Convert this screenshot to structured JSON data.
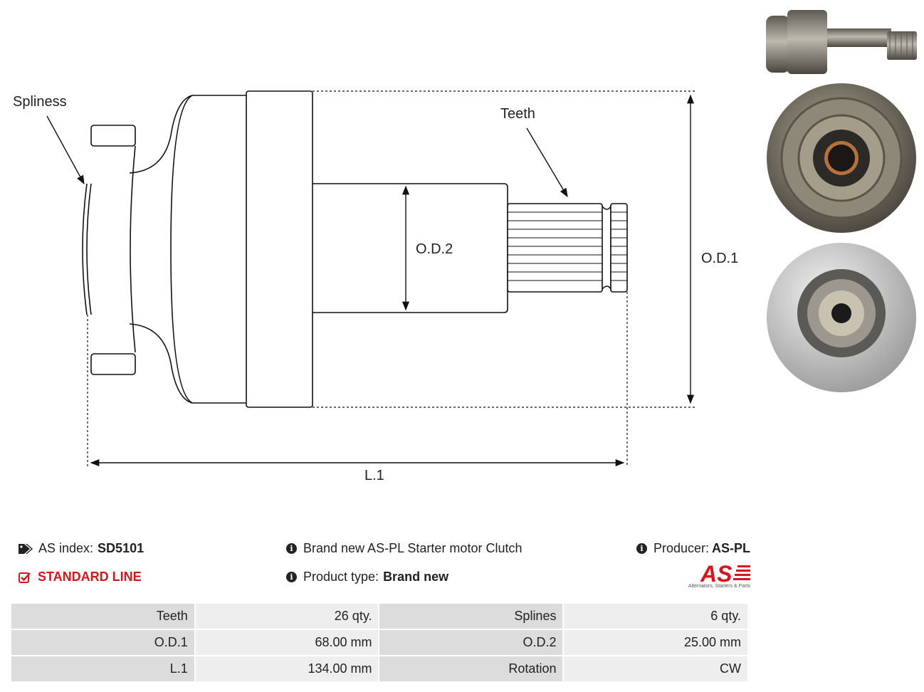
{
  "diagram": {
    "labels": {
      "spliness": "Spliness",
      "teeth": "Teeth",
      "od1": "O.D.1",
      "od2": "O.D.2",
      "l1": "L.1"
    }
  },
  "info": {
    "as_index_label": "AS index:",
    "as_index_value": "SD5101",
    "line": "STANDARD LINE",
    "description": "Brand new AS-PL Starter motor Clutch",
    "product_type_label": "Product type:",
    "product_type_value": "Brand new",
    "producer_label": "Producer:",
    "producer_value": "AS-PL"
  },
  "logo": {
    "mark": "AS",
    "tagline": "Alternators, Starters & Parts",
    "color": "#d8141c"
  },
  "specs": [
    {
      "label1": "Teeth",
      "value1": "26 qty.",
      "label2": "Splines",
      "value2": "6 qty."
    },
    {
      "label1": "O.D.1",
      "value1": "68.00 mm",
      "label2": "O.D.2",
      "value2": "25.00 mm"
    },
    {
      "label1": "L.1",
      "value1": "134.00 mm",
      "label2": "Rotation",
      "value2": "CW"
    }
  ]
}
